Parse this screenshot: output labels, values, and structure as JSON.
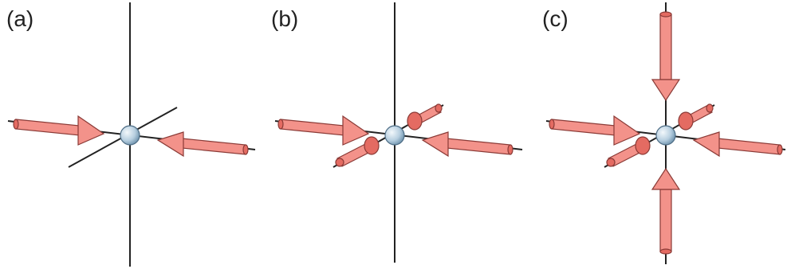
{
  "panels": [
    {
      "label": "(a)"
    },
    {
      "label": "(b)"
    },
    {
      "label": "(c)"
    }
  ],
  "colors": {
    "arrow_fill": "#f3928a",
    "arrow_stroke": "#8a3a36",
    "sphere_light": "#e8f1f7",
    "sphere_dark": "#7fa3bd",
    "axis": "#222222"
  }
}
